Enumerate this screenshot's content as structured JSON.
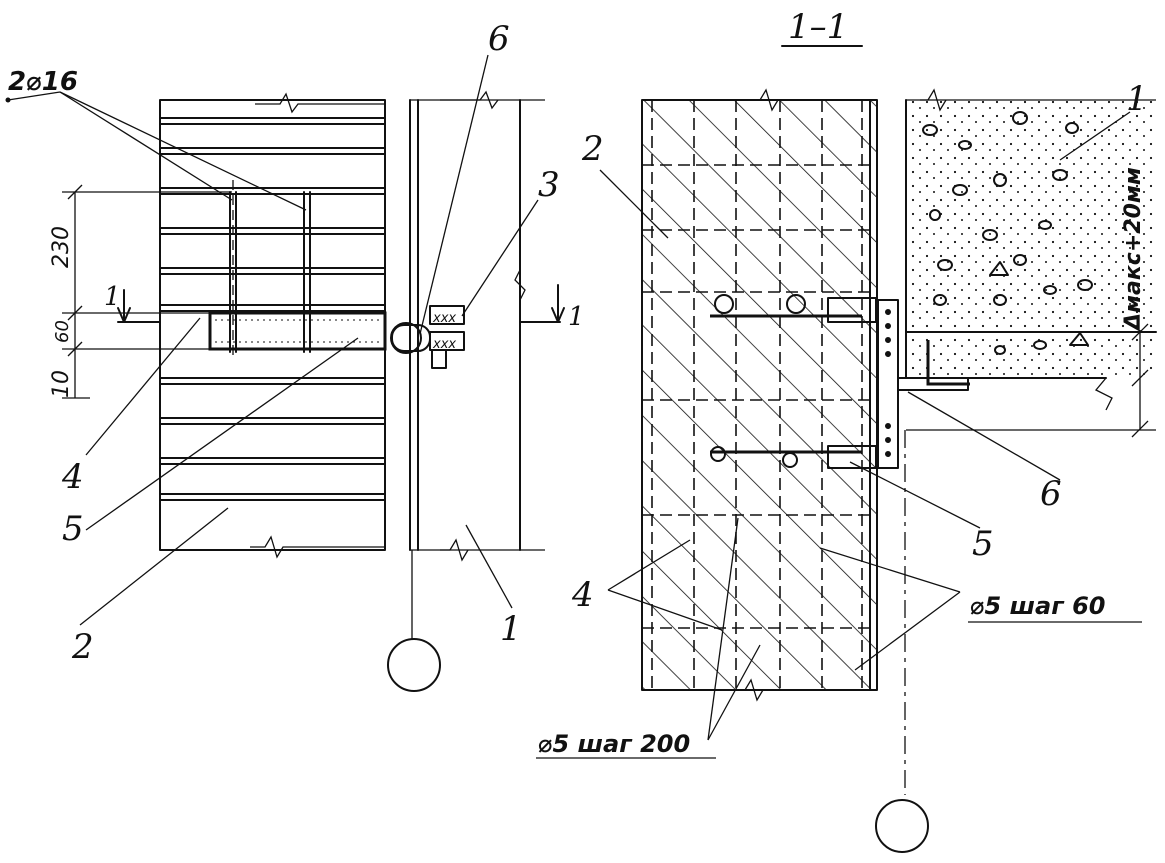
{
  "section_title": "1–1",
  "left_view": {
    "rebar_note": "2⌀16",
    "dimensions": [
      "230",
      "60",
      "10"
    ],
    "section_marks": [
      "1",
      "1"
    ],
    "callouts": [
      "6",
      "3",
      "4",
      "5",
      "2",
      "1"
    ]
  },
  "right_view": {
    "gap_note": "Δмакс+20мм",
    "callouts": [
      "2",
      "1",
      "6",
      "5",
      "4"
    ],
    "rebar_note_a": "⌀5 шаг 60",
    "rebar_note_b": "⌀5 шаг 200"
  }
}
